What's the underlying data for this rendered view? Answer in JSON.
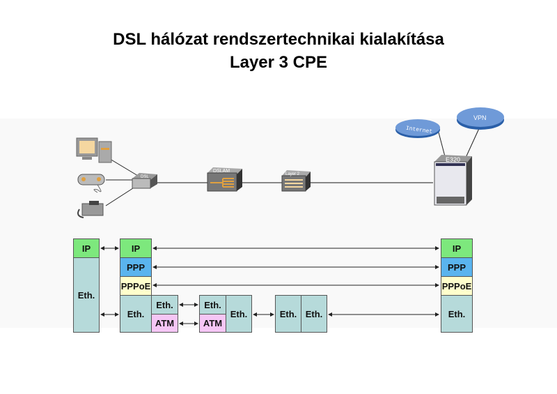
{
  "title": {
    "line1": "DSL hálózat rendszertechnikai kialakítása",
    "line2": "Layer 3 CPE"
  },
  "devices": {
    "pc": {
      "icon": "computer-icon"
    },
    "gamepad": {
      "icon": "gamepad-icon"
    },
    "phone": {
      "icon": "telephone-icon"
    },
    "modem": {
      "label": "DSL",
      "icon": "dsl-modem-icon"
    },
    "dslam": {
      "label": "DSLAM",
      "icon": "dslam-icon"
    },
    "switch": {
      "label": "Layer 2",
      "icon": "layer2-switch-icon"
    },
    "router": {
      "label": "E320",
      "icon": "router-icon"
    },
    "cloud_internet": {
      "label": "Internet",
      "icon": "cloud-icon"
    },
    "cloud_vpn": {
      "label": "VPN",
      "icon": "cloud-icon"
    }
  },
  "stacks": {
    "host": {
      "ip": "IP",
      "eth": "Eth."
    },
    "cpe": {
      "ip": "IP",
      "ppp": "PPP",
      "pppoe": "PPPoE",
      "eth": "Eth.",
      "eth2": "Eth.",
      "atm": "ATM"
    },
    "dslam": {
      "eth": "Eth.",
      "atm": "ATM",
      "eth2": "Eth."
    },
    "l2": {
      "eth1": "Eth.",
      "eth2": "Eth."
    },
    "bras": {
      "ip": "IP",
      "ppp": "PPP",
      "pppoe": "PPPoE",
      "eth": "Eth."
    }
  },
  "colors": {
    "ip": "#7de87d",
    "ppp": "#5ab4ee",
    "pppoe": "#ffffcc",
    "eth": "#b6dada",
    "atm": "#f5c6f5"
  }
}
